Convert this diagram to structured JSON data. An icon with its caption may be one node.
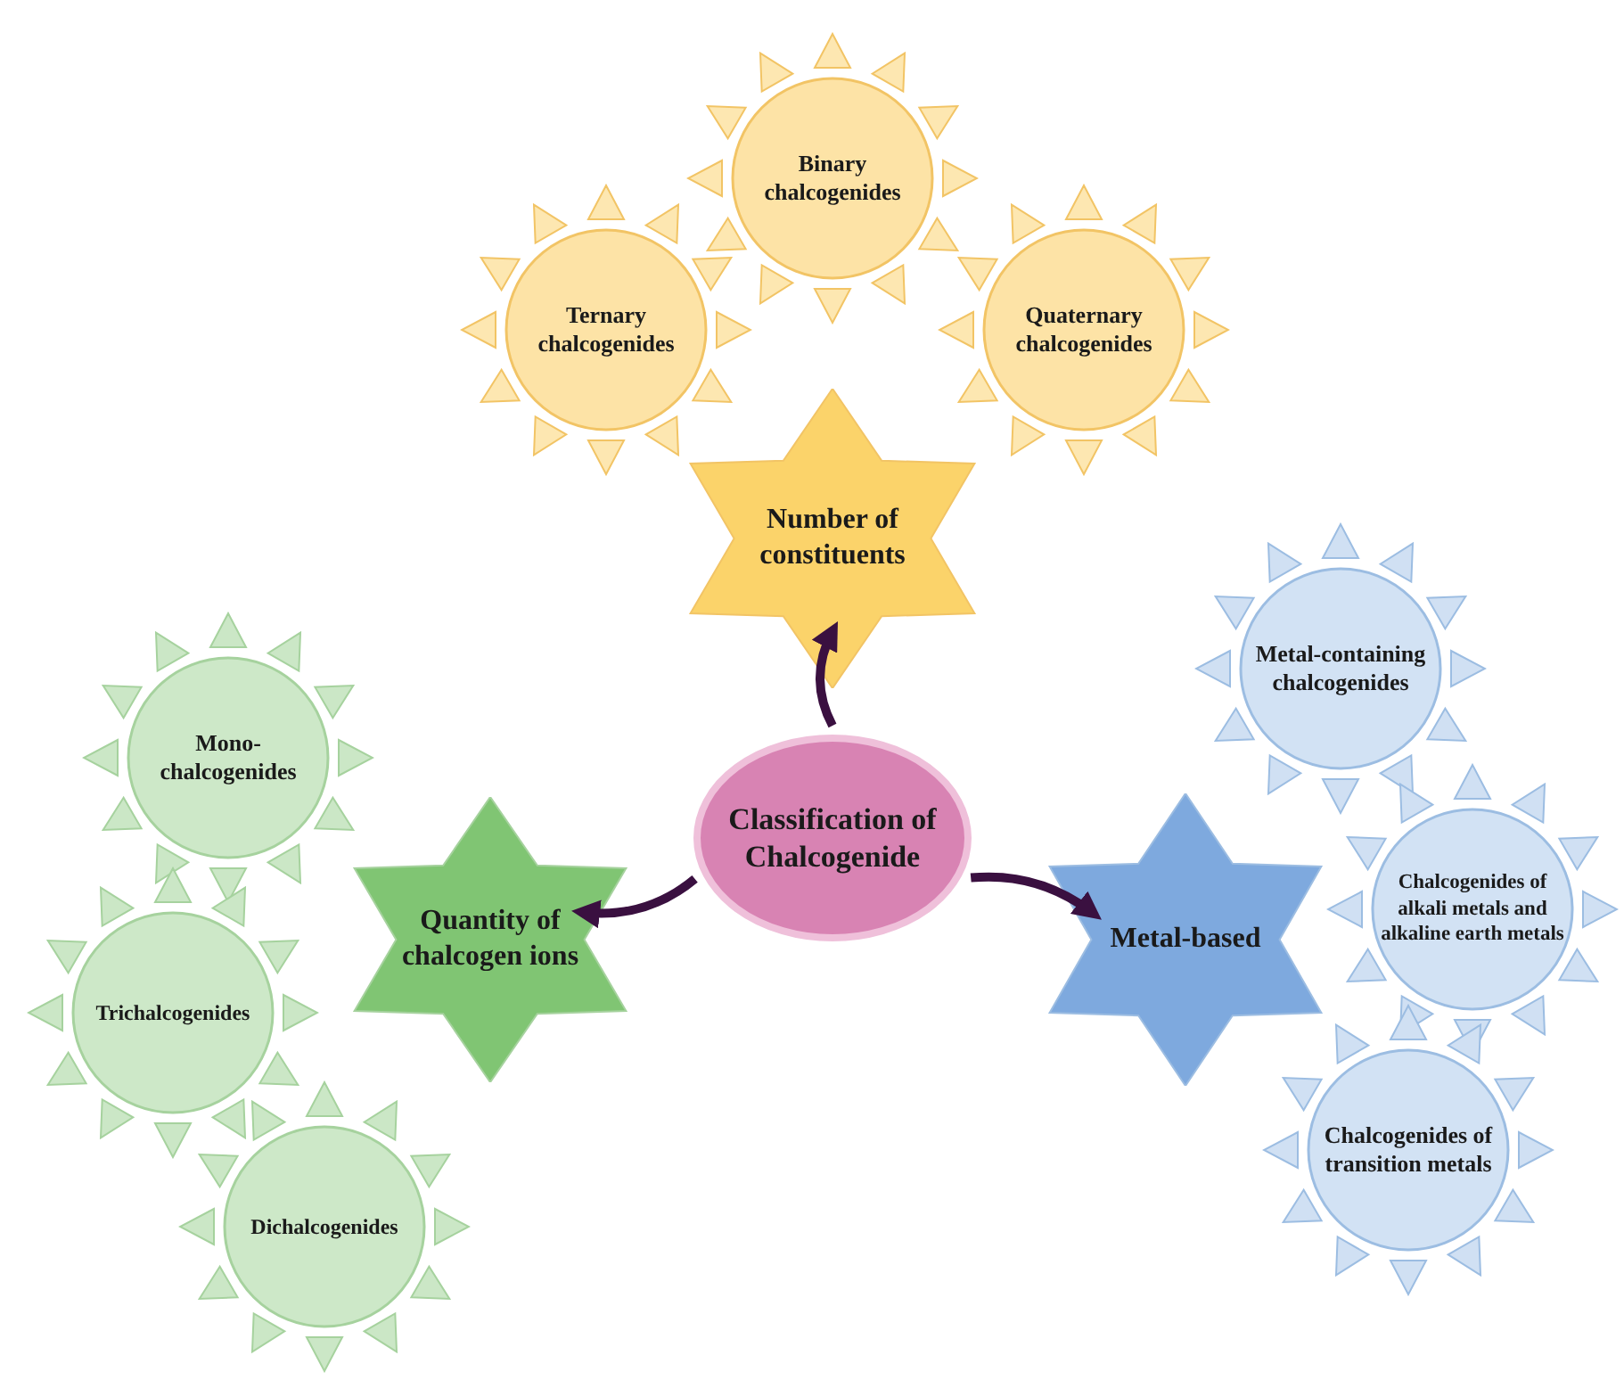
{
  "diagram": {
    "nodes": [
      {
        "text": [
          "Classification of Chalcogenide"
        ]
      },
      {
        "text": [
          "Number of constituents"
        ]
      },
      {
        "text": [
          "Ternary chalcogenides"
        ]
      },
      {
        "text": [
          "Binary chalcogenides"
        ]
      },
      {
        "text": [
          "Quaternary chalcogenides"
        ]
      },
      {
        "text": [
          "Quantity of chalcogen ions"
        ]
      },
      {
        "text": [
          "Mono-chalcogenides"
        ]
      },
      {
        "text": [
          "Trichalcogenides"
        ]
      },
      {
        "text": [
          "Dichalcogenides"
        ]
      },
      {
        "text": [
          "Metal-based"
        ]
      },
      {
        "text": [
          "Metal-containing chalcogenides"
        ]
      },
      {
        "text": [
          "Chalcogenides of alkali metals and alkaline earth metals"
        ]
      },
      {
        "text": [
          "Chalcogenides of transition metals"
        ]
      }
    ],
    "edges": [
      {
        "from": 0,
        "to": 1,
        "arrow": "to"
      },
      {
        "from": 0,
        "to": 5,
        "arrow": "to"
      },
      {
        "from": 0,
        "to": 9,
        "arrow": "to"
      }
    ]
  }
}
